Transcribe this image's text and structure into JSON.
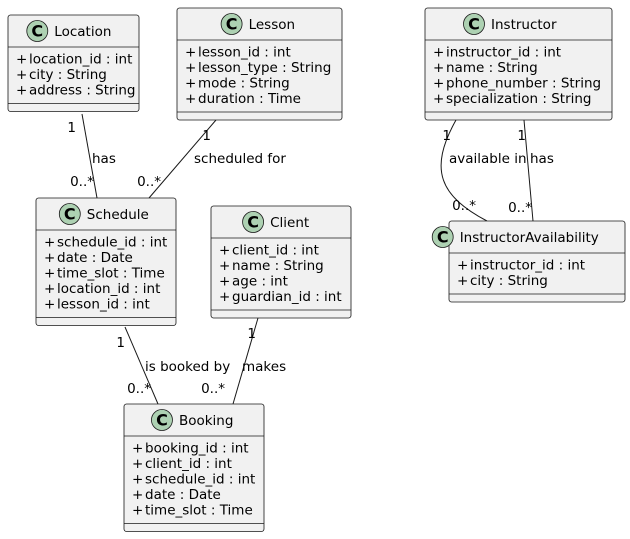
{
  "diagram": {
    "classes": [
      {
        "id": "location",
        "name": "Location",
        "attributes": [
          "location_id : int",
          "city : String",
          "address : String"
        ]
      },
      {
        "id": "lesson",
        "name": "Lesson",
        "attributes": [
          "lesson_id : int",
          "lesson_type : String",
          "mode : String",
          "duration : Time"
        ]
      },
      {
        "id": "instructor",
        "name": "Instructor",
        "attributes": [
          "instructor_id : int",
          "name : String",
          "phone_number : String",
          "specialization : String"
        ]
      },
      {
        "id": "schedule",
        "name": "Schedule",
        "attributes": [
          "schedule_id : int",
          "date : Date",
          "time_slot : Time",
          "location_id : int",
          "lesson_id : int"
        ]
      },
      {
        "id": "client",
        "name": "Client",
        "attributes": [
          "client_id : int",
          "name : String",
          "age : int",
          "guardian_id : int"
        ]
      },
      {
        "id": "instructor-availability",
        "name": "InstructorAvailability",
        "attributes": [
          "instructor_id : int",
          "city : String"
        ]
      },
      {
        "id": "booking",
        "name": "Booking",
        "attributes": [
          "booking_id : int",
          "client_id : int",
          "schedule_id : int",
          "date : Date",
          "time_slot : Time"
        ]
      }
    ],
    "relations": [
      {
        "id": "location-schedule",
        "from": "location",
        "to": "schedule",
        "label": "has",
        "from_mult": "1",
        "to_mult": "0..*"
      },
      {
        "id": "lesson-schedule",
        "from": "lesson",
        "to": "schedule",
        "label": "scheduled for",
        "from_mult": "1",
        "to_mult": "0..*"
      },
      {
        "id": "instructor-availability-available",
        "from": "instructor",
        "to": "instructor-availability",
        "label": "available in",
        "from_mult": "1",
        "to_mult": "0..*"
      },
      {
        "id": "instructor-availability-has",
        "from": "instructor",
        "to": "instructor-availability",
        "label": "has",
        "from_mult": "1",
        "to_mult": "0..*"
      },
      {
        "id": "schedule-booking",
        "from": "schedule",
        "to": "booking",
        "label": "is booked by",
        "from_mult": "1",
        "to_mult": "0..*"
      },
      {
        "id": "client-booking",
        "from": "client",
        "to": "booking",
        "label": "makes",
        "from_mult": "1",
        "to_mult": "0..*"
      }
    ],
    "class_stereotype_letter": "C",
    "visibility_marker": "+",
    "colors": {
      "class_fill": "#F1F1F1",
      "class_border": "#181818",
      "stereotype_circle": "#ADD1B2",
      "line": "#181818"
    }
  }
}
